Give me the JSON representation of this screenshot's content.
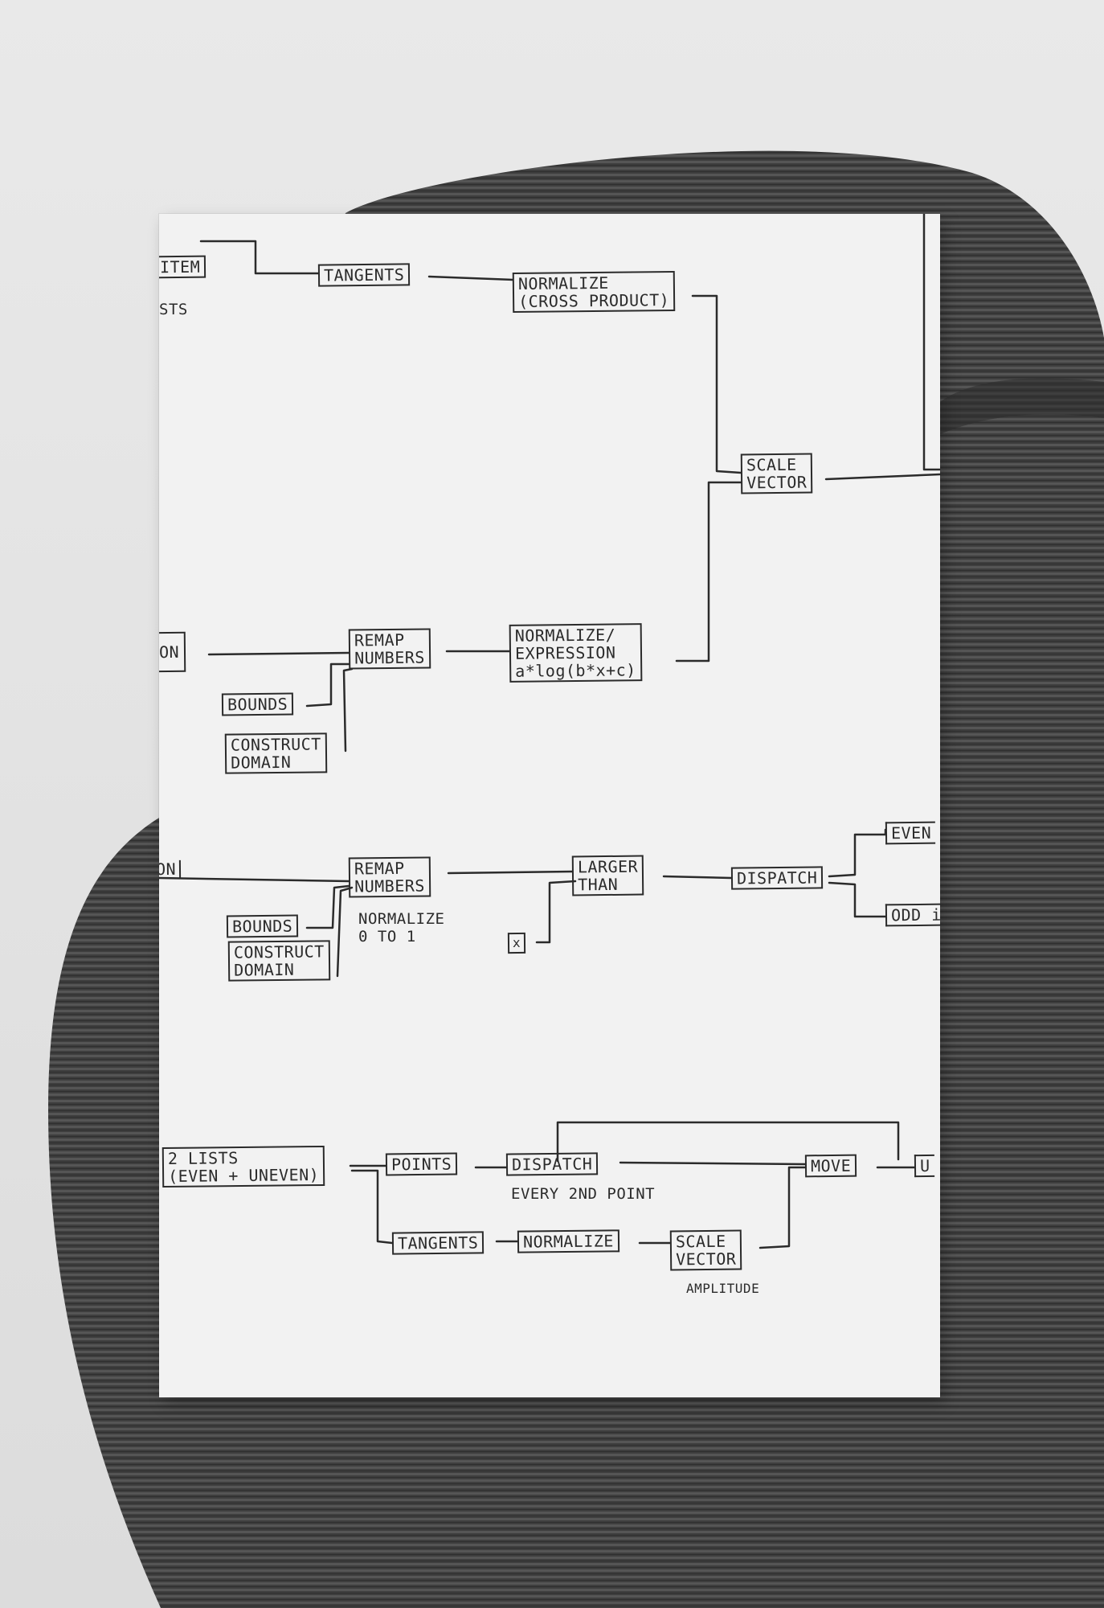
{
  "diagram": {
    "nodes": [
      {
        "id": "item",
        "label": "ITEM"
      },
      {
        "id": "tangents1",
        "label": "TANGENTS"
      },
      {
        "id": "normalize_cross",
        "label": "NORMALIZE\n(CROSS PRODUCT)"
      },
      {
        "id": "scale_vector1",
        "label": "SCALE\nVECTOR"
      },
      {
        "id": "r2_left",
        "label": "ON"
      },
      {
        "id": "remap1",
        "label": "REMAP\nNUMBERS"
      },
      {
        "id": "bounds1",
        "label": "BOUNDS"
      },
      {
        "id": "construct1",
        "label": "CONSTRUCT\nDOMAIN"
      },
      {
        "id": "normalize_expr",
        "label": "NORMALIZE/\nEXPRESSION\na*log(b*x+c)"
      },
      {
        "id": "r3_left",
        "label": "ON"
      },
      {
        "id": "remap2",
        "label": "REMAP\nNUMBERS"
      },
      {
        "id": "bounds2",
        "label": "BOUNDS"
      },
      {
        "id": "construct2",
        "label": "CONSTRUCT\nDOMAIN"
      },
      {
        "id": "x",
        "label": "x"
      },
      {
        "id": "larger_than",
        "label": "LARGER\nTHAN"
      },
      {
        "id": "dispatch1",
        "label": "DISPATCH"
      },
      {
        "id": "even",
        "label": "EVEN"
      },
      {
        "id": "odd",
        "label": "ODD i"
      },
      {
        "id": "two_lists",
        "label": "2 LISTS\n(EVEN + UNEVEN)"
      },
      {
        "id": "points",
        "label": "POINTS"
      },
      {
        "id": "dispatch2",
        "label": "DISPATCH"
      },
      {
        "id": "move",
        "label": "MOVE"
      },
      {
        "id": "u_right",
        "label": "U"
      },
      {
        "id": "tangents2",
        "label": "TANGENTS"
      },
      {
        "id": "normalize2",
        "label": "NORMALIZE"
      },
      {
        "id": "scale_vector2",
        "label": "SCALE\nVECTOR"
      }
    ],
    "notes": [
      {
        "id": "note_lists",
        "text": "STS"
      },
      {
        "id": "note_normalize01",
        "text": "NORMALIZE\n0 TO 1"
      },
      {
        "id": "note_every2nd",
        "text": "EVERY 2ND POINT"
      },
      {
        "id": "note_amplitude",
        "text": "AMPLITUDE"
      }
    ],
    "edges": [
      [
        "item",
        "tangents1"
      ],
      [
        "tangents1",
        "normalize_cross"
      ],
      [
        "normalize_cross",
        "scale_vector1"
      ],
      [
        "r2_left",
        "remap1"
      ],
      [
        "bounds1",
        "remap1"
      ],
      [
        "construct1",
        "remap1"
      ],
      [
        "remap1",
        "normalize_expr"
      ],
      [
        "normalize_expr",
        "scale_vector1"
      ],
      [
        "r3_left",
        "remap2"
      ],
      [
        "bounds2",
        "remap2"
      ],
      [
        "construct2",
        "remap2"
      ],
      [
        "remap2",
        "larger_than"
      ],
      [
        "x",
        "larger_than"
      ],
      [
        "larger_than",
        "dispatch1"
      ],
      [
        "dispatch1",
        "even"
      ],
      [
        "dispatch1",
        "odd"
      ],
      [
        "two_lists",
        "points"
      ],
      [
        "two_lists",
        "tangents2"
      ],
      [
        "points",
        "dispatch2"
      ],
      [
        "dispatch2",
        "move"
      ],
      [
        "dispatch2",
        "u_right"
      ],
      [
        "tangents2",
        "normalize2"
      ],
      [
        "normalize2",
        "scale_vector2"
      ],
      [
        "scale_vector2",
        "move"
      ],
      [
        "move",
        "u_right"
      ]
    ]
  }
}
